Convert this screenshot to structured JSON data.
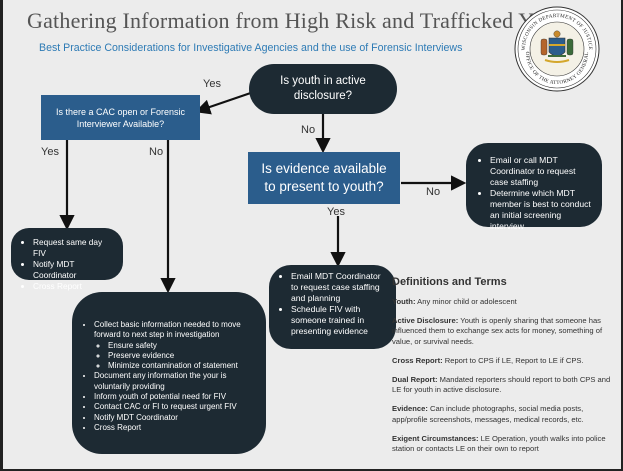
{
  "header": {
    "title": "Gathering Information from High Risk and Trafficked Youth",
    "subtitle": "Best Practice Considerations for Investigative Agencies and the use of Forensic Interviews"
  },
  "seal": {
    "top_text": "WISCONSIN DEPARTMENT OF JUSTICE",
    "bottom_text": "OFFICE OF THE ATTORNEY GENERAL"
  },
  "flow": {
    "active_disclosure_q": "Is youth in active disclosure?",
    "cac_q": "Is there a CAC open or Forensic Interviewer Available?",
    "evidence_q": "Is evidence available to present to youth?",
    "labels": {
      "yes_cac": "Yes",
      "no_evidence": "No",
      "yes_left": "Yes",
      "no_left": "No",
      "no_right": "No",
      "yes_mid": "Yes"
    },
    "email_mdt_right": [
      "Email or call MDT Coordinator to request case staffing",
      "Determine which MDT member is best to conduct an initial screening interview"
    ],
    "fiv_box": [
      "Request same day FIV",
      "Notify MDT Coordinator",
      "Cross Report"
    ],
    "email_mdt_mid": [
      "Email MDT Coordinator to request case staffing and planning",
      "Schedule FIV with someone trained in presenting evidence"
    ],
    "collect_box": {
      "first": "Collect basic information needed to move forward to next step in investigation",
      "sub": [
        "Ensure safety",
        "Preserve evidence",
        "Minimize contamination of statement"
      ],
      "rest": [
        "Document any information the your is voluntarily providing",
        "Inform youth of potential need for FIV",
        "Contact CAC or FI to request urgent FIV",
        "Notify MDT Coordinator",
        "Cross Report"
      ]
    }
  },
  "definitions": {
    "heading": "Definitions and Terms",
    "items": [
      {
        "term": "Youth:",
        "text": " Any minor child or adolescent"
      },
      {
        "term": "Active Disclosure:",
        "text": " Youth is openly sharing that someone has influenced them to exchange sex acts for money, something of value, or survival needs."
      },
      {
        "term": "Cross Report:",
        "text": " Report to CPS if LE, Report to LE if CPS."
      },
      {
        "term": "Dual Report:",
        "text": " Mandated reporters should report to both CPS and LE for youth in active disclosure."
      },
      {
        "term": "Evidence:",
        "text": " Can include photographs, social media posts, app/profile screenshots, messages, medical records, etc."
      },
      {
        "term": "Exigent Circumstances:",
        "text": " LE Operation, youth walks into police station or contacts LE on their own to report"
      }
    ]
  },
  "colors": {
    "dark_node": "#1d2a33",
    "blue_node": "#2b5d8c",
    "subtitle": "#2e7bb5",
    "background": "#ececec"
  }
}
